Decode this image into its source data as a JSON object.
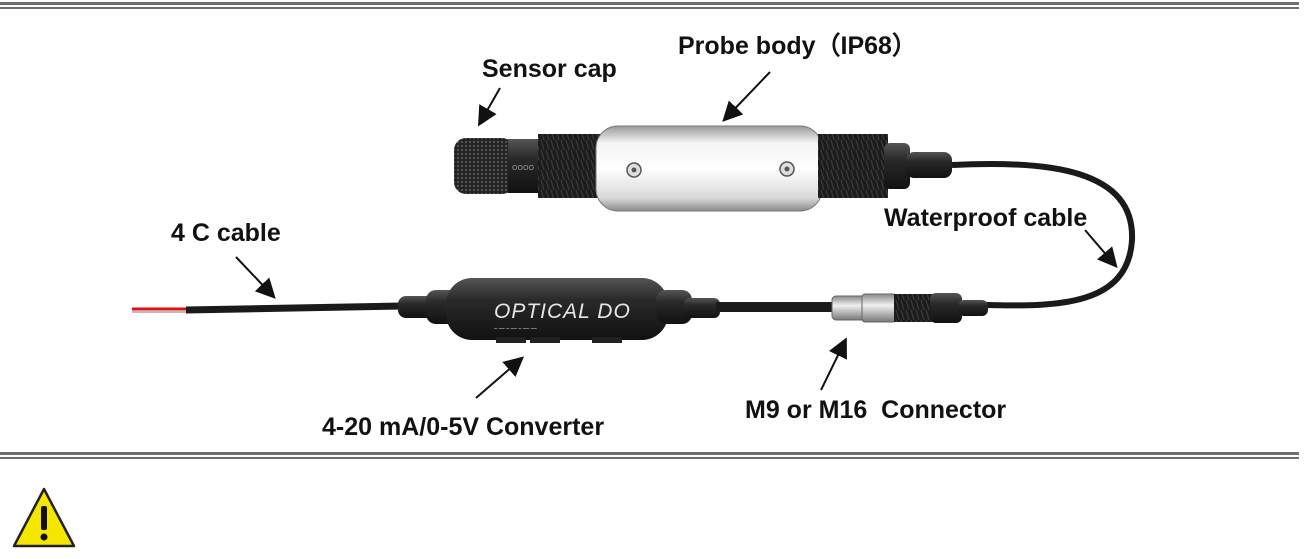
{
  "labels": {
    "sensor_cap": "Sensor cap",
    "probe_body": "Probe body（IP68）",
    "waterproof_cable": "Waterproof cable",
    "four_c_cable": "4 C cable",
    "converter": "4-20 mA/0-5V Converter",
    "connector": "M9 or M16  Connector"
  },
  "converter_brand": "OPTICAL DO",
  "colors": {
    "rule": "#6e6e6e",
    "warning_fill": "#f5e600",
    "cable": "#1a1a1a"
  },
  "icons": [
    "warning-icon"
  ]
}
